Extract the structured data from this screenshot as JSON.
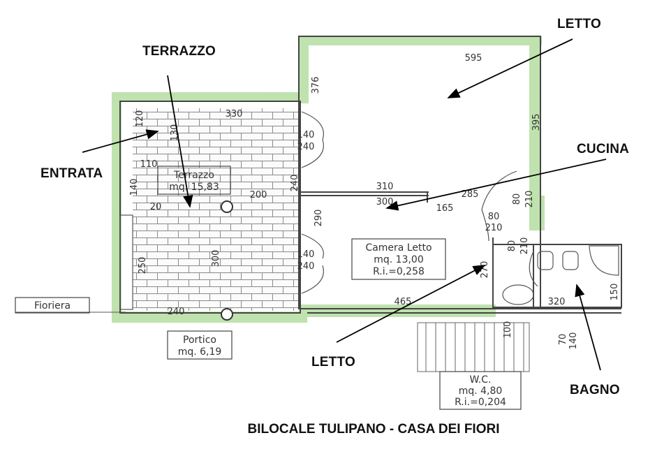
{
  "title": "BILOCALE TULIPANO - CASA DEI FIORI",
  "callouts": {
    "letto_top": "LETTO",
    "terrazzo": "TERRAZZO",
    "entrata": "ENTRATA",
    "cucina": "CUCINA",
    "letto_bottom": "LETTO",
    "bagno": "BAGNO"
  },
  "room_boxes": {
    "terrazzo": [
      "Terrazzo",
      "mq. 15,83"
    ],
    "camera": [
      "Camera Letto",
      "mq. 13,00",
      "R.i.=0,258"
    ],
    "portico": [
      "Portico",
      "mq. 6,19"
    ],
    "wc": [
      "W.C.",
      "mq. 4,80",
      "R.i.=0,204"
    ],
    "fioriera": "Fioriera"
  },
  "dimensions": {
    "d595": "595",
    "d376": "376",
    "d395": "395",
    "d330": "330",
    "d120": "120",
    "d130": "130",
    "d140a": "140",
    "d240a": "240",
    "d110": "110",
    "d140b": "140",
    "d20": "20",
    "d200": "200",
    "d240b": "240",
    "d310": "310",
    "d300a": "300",
    "d285": "285",
    "d165": "165",
    "d80a": "80",
    "d210a": "210",
    "d80b": "80",
    "d210b": "210",
    "d80c": "80",
    "d210c": "210",
    "d290": "290",
    "d140c": "140",
    "d240c": "240",
    "d250": "250",
    "d300b": "300",
    "d270": "270",
    "d240d": "240",
    "d465": "465",
    "d320": "320",
    "d150": "150",
    "d100": "100",
    "d70": "70",
    "d140d": "140"
  }
}
